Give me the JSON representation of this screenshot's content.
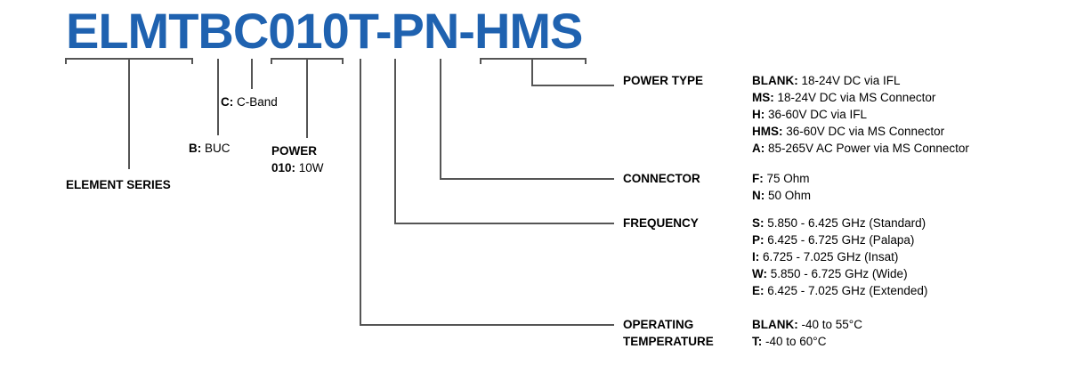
{
  "title": {
    "part_number": "ELMTBC010T-PN-HMS"
  },
  "colors": {
    "brand_blue": "#1F62B0",
    "leader_line": "#555555",
    "text": "#000000"
  },
  "left_annotations": {
    "element_series": {
      "label": "ELEMENT SERIES"
    },
    "band": {
      "code": "C:",
      "value": " C-Band"
    },
    "product": {
      "code": "B:",
      "value": " BUC"
    },
    "power": {
      "title": "POWER",
      "code": "010:",
      "value": " 10W"
    }
  },
  "right_annotations": [
    {
      "name": "POWER TYPE",
      "options": [
        {
          "code": "BLANK:",
          "value": " 18-24V DC via IFL"
        },
        {
          "code": "MS:",
          "value": " 18-24V DC via MS Connector"
        },
        {
          "code": "H:",
          "value": " 36-60V DC via IFL"
        },
        {
          "code": "HMS:",
          "value": " 36-60V DC via MS Connector"
        },
        {
          "code": "A:",
          "value": " 85-265V AC Power via MS Connector"
        }
      ]
    },
    {
      "name": "CONNECTOR",
      "options": [
        {
          "code": "F:",
          "value": " 75 Ohm"
        },
        {
          "code": "N:",
          "value": " 50 Ohm"
        }
      ]
    },
    {
      "name": "FREQUENCY",
      "options": [
        {
          "code": "S:",
          "value": " 5.850 - 6.425 GHz (Standard)"
        },
        {
          "code": "P:",
          "value": " 6.425 - 6.725 GHz (Palapa)"
        },
        {
          "code": "I:",
          "value": " 6.725 - 7.025 GHz (Insat)"
        },
        {
          "code": "W:",
          "value": " 5.850 - 6.725 GHz (Wide)"
        },
        {
          "code": "E:",
          "value": " 6.425 - 7.025 GHz (Extended)"
        }
      ]
    },
    {
      "name_line1": "OPERATING",
      "name_line2": "TEMPERATURE",
      "name": "OPERATING TEMPERATURE",
      "options": [
        {
          "code": "BLANK:",
          "value": " -40 to 55°C"
        },
        {
          "code": "T:",
          "value": " -40 to 60°C"
        }
      ]
    }
  ]
}
